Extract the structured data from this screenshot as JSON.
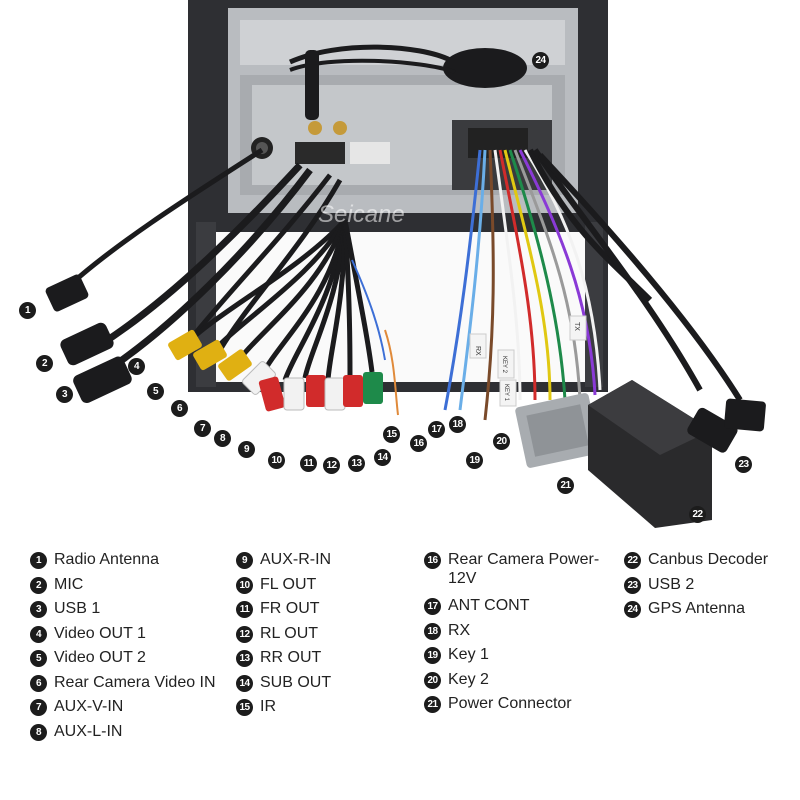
{
  "brand": {
    "watermark": "Seicane"
  },
  "labels": {
    "k1": "KEY 1",
    "k2": "KEY 2",
    "rx": "RX",
    "tx": "TX"
  },
  "callouts": [
    "1",
    "2",
    "3",
    "4",
    "5",
    "6",
    "7",
    "8",
    "9",
    "10",
    "11",
    "12",
    "13",
    "14",
    "15",
    "16",
    "17",
    "18",
    "19",
    "20",
    "21",
    "22",
    "23",
    "24"
  ],
  "legend": {
    "columns": [
      [
        {
          "num": "1",
          "text": "Radio Antenna"
        },
        {
          "num": "2",
          "text": "MIC"
        },
        {
          "num": "3",
          "text": "USB 1"
        },
        {
          "num": "4",
          "text": "Video OUT 1"
        },
        {
          "num": "5",
          "text": "Video OUT 2"
        },
        {
          "num": "6",
          "text": "Rear Camera Video IN"
        },
        {
          "num": "7",
          "text": "AUX-V-IN"
        },
        {
          "num": "8",
          "text": "AUX-L-IN"
        }
      ],
      [
        {
          "num": "9",
          "text": "AUX-R-IN"
        },
        {
          "num": "10",
          "text": "FL OUT"
        },
        {
          "num": "11",
          "text": "FR OUT"
        },
        {
          "num": "12",
          "text": "RL OUT"
        },
        {
          "num": "13",
          "text": "RR OUT"
        },
        {
          "num": "14",
          "text": "SUB OUT"
        },
        {
          "num": "15",
          "text": "IR"
        }
      ],
      [
        {
          "num": "16",
          "text": "Rear Camera Power-12V"
        },
        {
          "num": "17",
          "text": "ANT CONT"
        },
        {
          "num": "18",
          "text": "RX"
        },
        {
          "num": "19",
          "text": "Key 1"
        },
        {
          "num": "20",
          "text": "Key 2"
        },
        {
          "num": "21",
          "text": "Power Connector"
        }
      ],
      [
        {
          "num": "22",
          "text": "Canbus Decoder"
        },
        {
          "num": "23",
          "text": "USB 2"
        },
        {
          "num": "24",
          "text": "GPS Antenna"
        }
      ]
    ]
  }
}
